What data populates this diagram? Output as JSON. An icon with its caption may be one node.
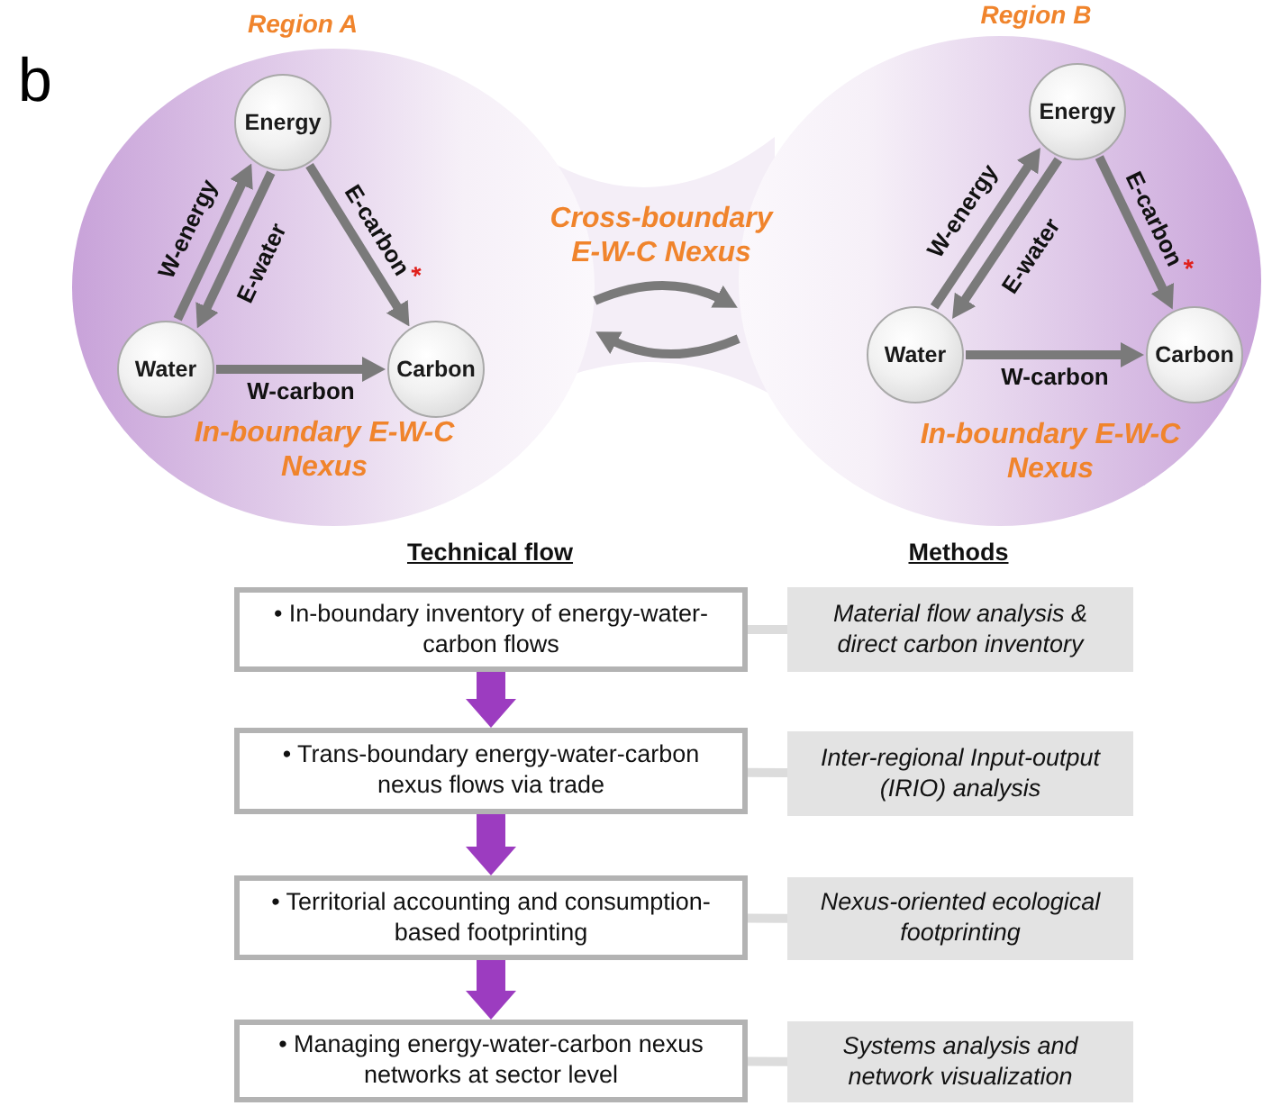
{
  "diagram": {
    "nodes": [
      {
        "text": [
          "Region A",
          "In-boundary E-W-C Nexus"
        ]
      },
      {
        "text": [
          "Energy"
        ],
        "in": 0
      },
      {
        "text": [
          "Water"
        ],
        "in": 0
      },
      {
        "text": [
          "Carbon"
        ],
        "in": 0
      },
      {
        "text": [
          "Region B",
          "In-boundary E-W-C Nexus"
        ]
      },
      {
        "text": [
          "Energy"
        ],
        "in": 4
      },
      {
        "text": [
          "Water"
        ],
        "in": 4
      },
      {
        "text": [
          "Carbon"
        ],
        "in": 4
      },
      {
        "text": [
          "• In-boundary inventory of energy-water-carbon flows"
        ]
      },
      {
        "text": [
          "• Trans-boundary energy-water-carbon nexus flows via trade"
        ]
      },
      {
        "text": [
          "• Territorial accounting and consumption-based footprinting"
        ]
      },
      {
        "text": [
          "• Managing energy-water-carbon nexus networks at sector level"
        ]
      },
      {
        "text": [
          "Material flow analysis & direct carbon inventory"
        ]
      },
      {
        "text": [
          "Inter-regional Input-output (IRIO) analysis"
        ]
      },
      {
        "text": [
          "Nexus-oriented ecological footprinting"
        ]
      },
      {
        "text": [
          "Systems analysis and network visualization"
        ]
      }
    ],
    "edges": [
      {
        "from": 2,
        "to": 1,
        "arrow": "to",
        "label": "W-energy"
      },
      {
        "from": 1,
        "to": 2,
        "arrow": "to",
        "label": "E-water"
      },
      {
        "from": 1,
        "to": 3,
        "arrow": "to",
        "label": "E-carbon$^{*}$"
      },
      {
        "from": 2,
        "to": 3,
        "arrow": "to",
        "label": "W-carbon"
      },
      {
        "from": 6,
        "to": 5,
        "arrow": "to",
        "label": "W-energy"
      },
      {
        "from": 5,
        "to": 6,
        "arrow": "to",
        "label": "E-water"
      },
      {
        "from": 5,
        "to": 7,
        "arrow": "to",
        "label": "E-carbon$^{*}$"
      },
      {
        "from": 6,
        "to": 7,
        "arrow": "to",
        "label": "W-carbon"
      },
      {
        "from": 0,
        "to": 4,
        "arrow": "to"
      },
      {
        "from": 4,
        "to": 0,
        "arrow": "to"
      },
      {
        "from": 8,
        "to": 9,
        "arrow": "to",
        "style": "thick",
        "color": "#9c3cc0"
      },
      {
        "from": 9,
        "to": 10,
        "arrow": "to",
        "style": "thick",
        "color": "#9c3cc0"
      },
      {
        "from": 10,
        "to": 11,
        "arrow": "to",
        "style": "thick",
        "color": "#9c3cc0"
      },
      {
        "from": 8,
        "to": 12,
        "arrow": "none",
        "color": "#dcdcdc"
      },
      {
        "from": 9,
        "to": 13,
        "arrow": "none",
        "color": "#dcdcdc"
      },
      {
        "from": 10,
        "to": 14,
        "arrow": "none",
        "color": "#dcdcdc"
      },
      {
        "from": 11,
        "to": 15,
        "arrow": "none",
        "color": "#dcdcdc"
      }
    ],
    "labels": [
      "b",
      "Cross-boundary E-W-C Nexus",
      "Technical flow",
      "Methods"
    ]
  }
}
